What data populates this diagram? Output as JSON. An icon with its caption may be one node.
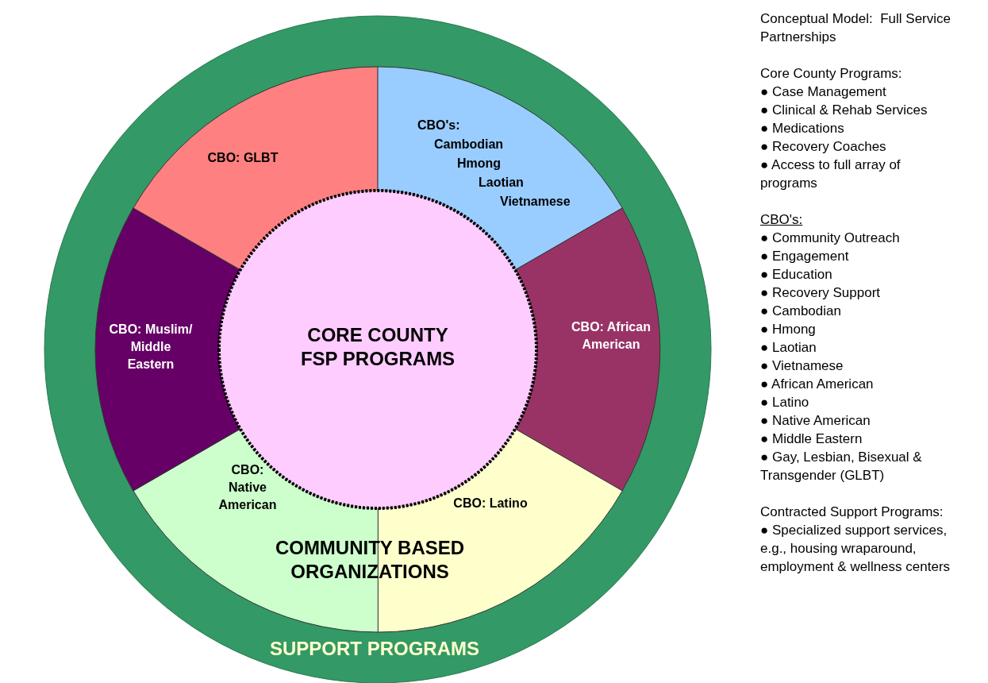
{
  "diagram": {
    "title": "Conceptual Model:  Full Service Partnerships",
    "nodes": [
      {
        "text": [
          "SUPPORT PROGRAMS"
        ]
      },
      {
        "text": [
          "CBO: GLBT"
        ],
        "in": 0
      },
      {
        "text": [
          "CBO's:",
          "Cambodian",
          "Hmong",
          "Laotian",
          "Vietnamese"
        ],
        "in": 0
      },
      {
        "text": [
          "CBO: African American"
        ],
        "in": 0
      },
      {
        "text": [
          "CBO:  Latino"
        ],
        "in": 0
      },
      {
        "text": [
          "CBO: Native American"
        ],
        "in": 0
      },
      {
        "text": [
          "CBO: Muslim/ Middle Eastern"
        ],
        "in": 0
      },
      {
        "text": [
          "CORE COUNTY FSP PROGRAMS"
        ],
        "in": 0
      }
    ],
    "labels": [
      "COMMUNITY BASED ORGANIZATIONS",
      "Core County Programs:",
      "● Case Management",
      "● Clinical & Rehab Services",
      "● Medications",
      "● Recovery Coaches",
      "● Access to full array of programs",
      "CBO's:",
      "● Community Outreach",
      "● Engagement",
      "● Education",
      "● Recovery Support",
      "● Cambodian",
      "● Hmong",
      "● Laotian",
      "● Vietnamese",
      "● African American",
      "● Latino",
      "● Native American",
      "● Middle Eastern",
      "● Gay, Lesbian, Bisexual & Transgender (GLBT)",
      "Contracted Support Programs:",
      "● Specialized support services, e.g., housing wraparound, employment & wellness centers"
    ]
  }
}
